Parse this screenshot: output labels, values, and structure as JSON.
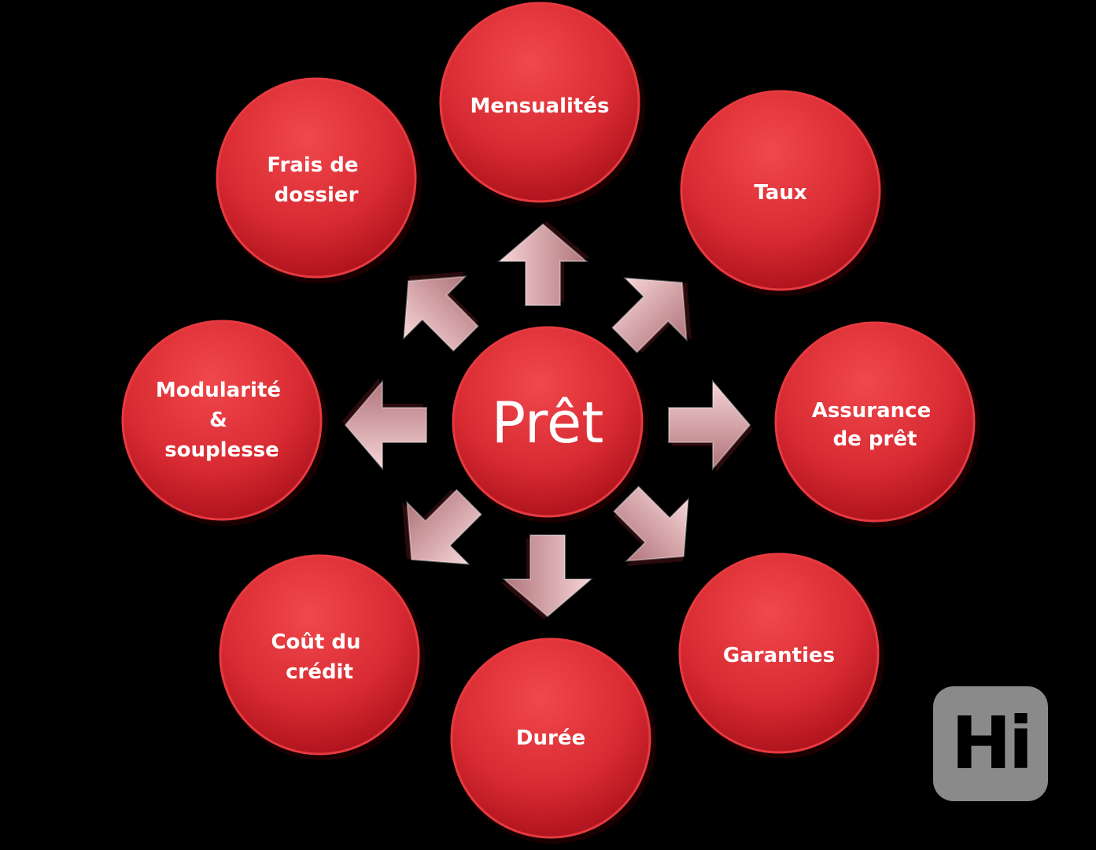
{
  "center": {
    "label": "Prêt"
  },
  "nodes": [
    {
      "id": "mensualites",
      "lines": [
        "Mensualités"
      ]
    },
    {
      "id": "taux",
      "lines": [
        "Taux"
      ]
    },
    {
      "id": "assurance",
      "lines": [
        "Assurance",
        "de prêt"
      ]
    },
    {
      "id": "garanties",
      "lines": [
        "Garanties"
      ]
    },
    {
      "id": "duree",
      "lines": [
        "Durée"
      ]
    },
    {
      "id": "cout",
      "lines": [
        "Coût du",
        "crédit"
      ]
    },
    {
      "id": "modularite",
      "lines": [
        "Modularité",
        "&",
        "souplesse"
      ]
    },
    {
      "id": "frais",
      "lines": [
        "Frais de",
        "dossier"
      ]
    }
  ],
  "badge": {
    "text": "Hi"
  },
  "colors": {
    "node_light": "#f0484c",
    "node_dark": "#a8101a",
    "arrow_light": "#f6d4d6",
    "arrow_dark": "#b0747a",
    "background": "#000000",
    "badge_bg": "#8a8a8a"
  }
}
